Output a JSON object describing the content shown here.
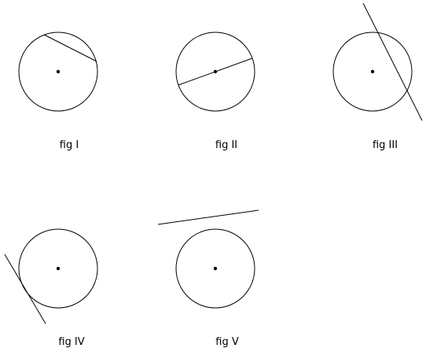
{
  "figures": [
    {
      "label": "fig I"
    },
    {
      "label": "fig II"
    },
    {
      "label": "fig III"
    },
    {
      "label": "fig IV"
    },
    {
      "label": "fig V"
    }
  ],
  "colors": {
    "stroke": "#000000",
    "background": "#ffffff"
  }
}
